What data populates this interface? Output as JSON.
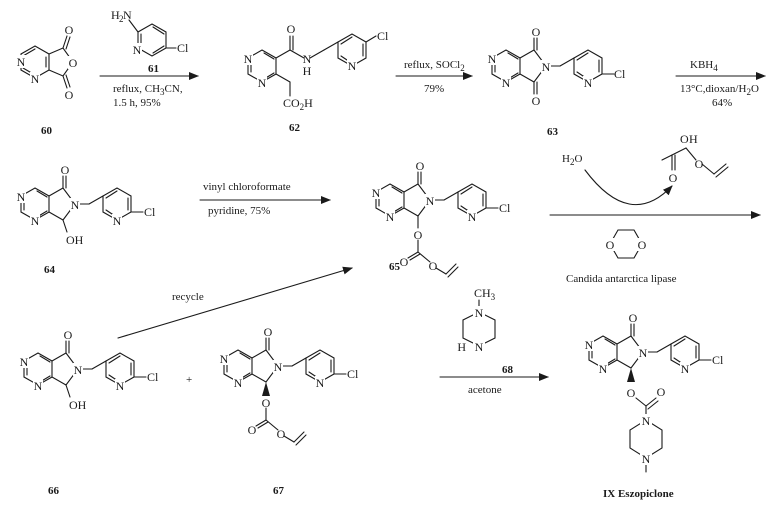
{
  "atoms": {
    "N": "N",
    "O": "O",
    "Cl": "Cl",
    "H": "H",
    "OH": "OH",
    "H2N": "H",
    "H2N_sub": "2",
    "H2N_N": "N",
    "CO2H": "CO",
    "CO2H_sub": "2",
    "CO2H_H": "H",
    "methyl": "CH",
    "methyl_sub": "3"
  },
  "compounds": {
    "c60": "60",
    "c61": "61",
    "c62": "62",
    "c63": "63",
    "c64": "64",
    "c65": "65",
    "c66": "66",
    "c67": "67",
    "c68": "68",
    "c_ix": "IX  Eszopiclone"
  },
  "conditions": {
    "step1_line1": "reflux, CH",
    "step1_line1_sub": "3",
    "step1_line1_end": "CN,",
    "step1_line2": "1.5 h, 95%",
    "step2_line1": "reflux, SOCl",
    "step2_line1_sub": "2",
    "step2_line2": "79%",
    "step3_top": "KBH",
    "step3_top_sub": "4",
    "step3_line1": "13°C,dioxan/H",
    "step3_line1_sub": "2",
    "step3_line1_end": "O",
    "step3_line2": "64%",
    "step4_line1": "vinyl chloroformate",
    "step4_line2": "pyridine, 75%",
    "step5_water": "H",
    "step5_water_sub": "2",
    "step5_water_end": "O",
    "step5_enzyme": "Candida antarctica lipase",
    "recycle": "recycle",
    "plus": "+",
    "step6": "acetone"
  }
}
